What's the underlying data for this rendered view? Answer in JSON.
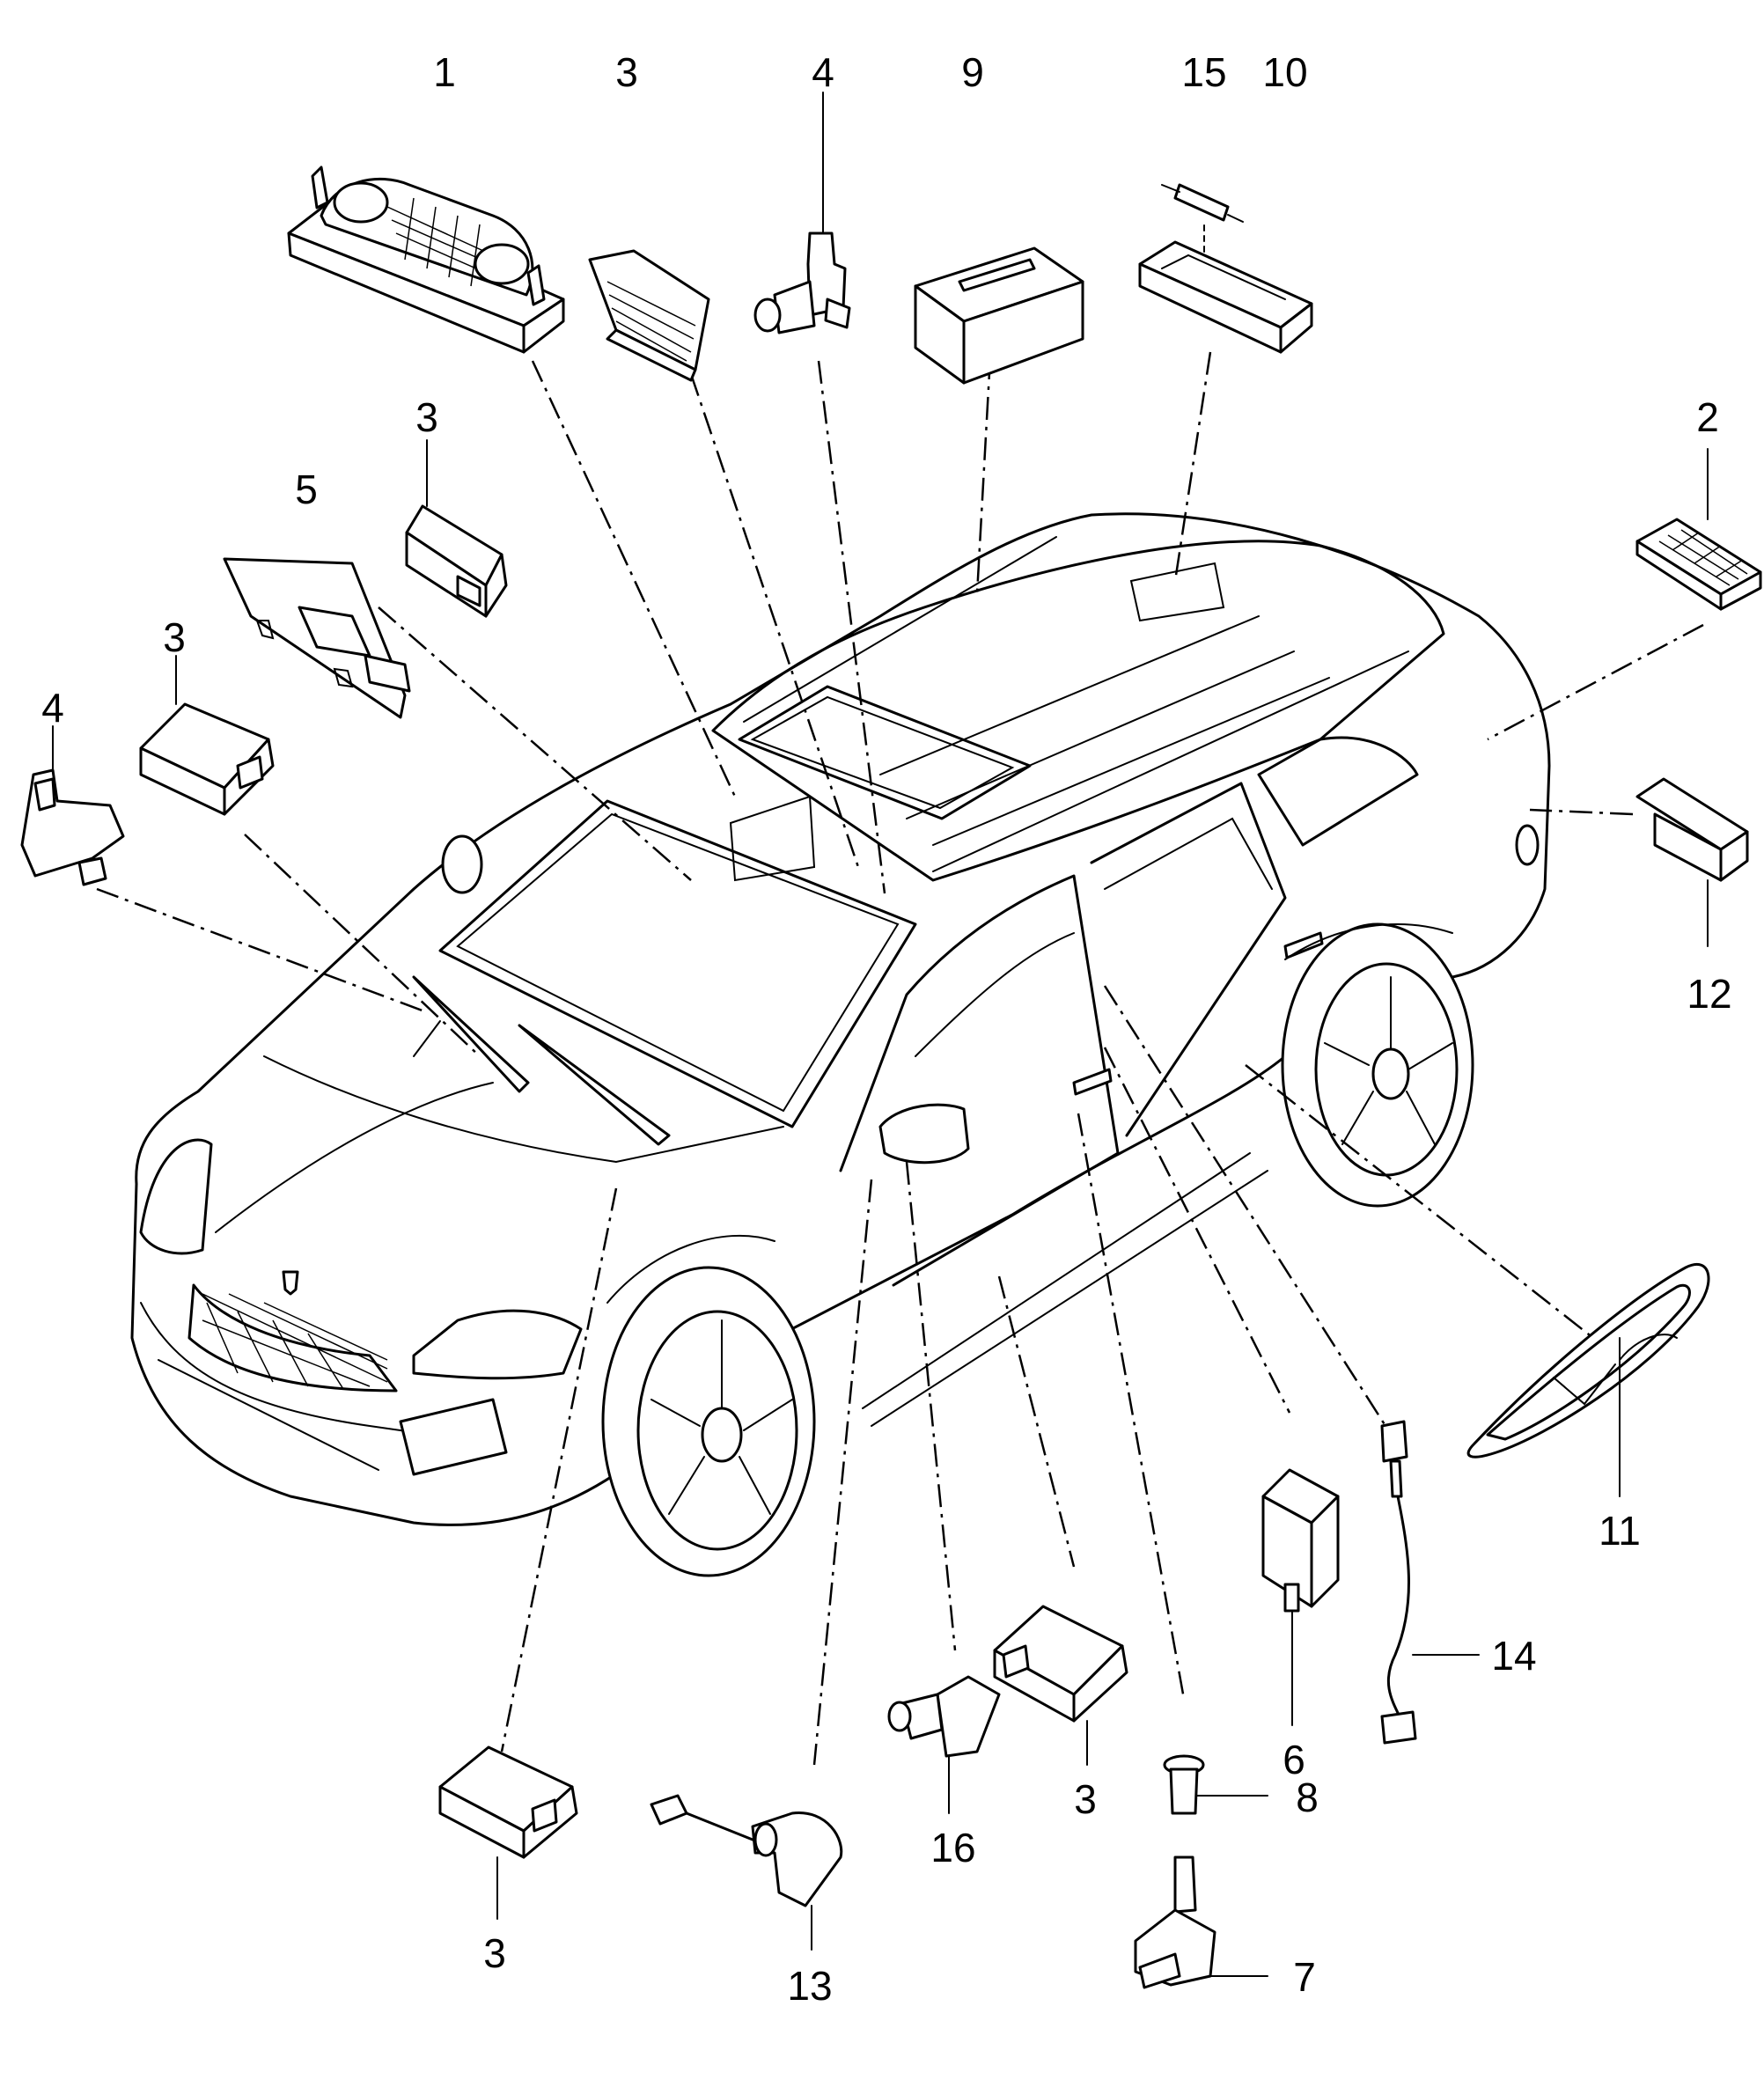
{
  "diagram": {
    "colors": {
      "line": "#000000",
      "background": "#ffffff"
    },
    "callouts": [
      {
        "id": "c1",
        "label": "1"
      },
      {
        "id": "c3a",
        "label": "3"
      },
      {
        "id": "c4a",
        "label": "4"
      },
      {
        "id": "c9",
        "label": "9"
      },
      {
        "id": "c15",
        "label": "15"
      },
      {
        "id": "c10",
        "label": "10"
      },
      {
        "id": "c3b",
        "label": "3"
      },
      {
        "id": "c5",
        "label": "5"
      },
      {
        "id": "c2",
        "label": "2"
      },
      {
        "id": "c3c",
        "label": "3"
      },
      {
        "id": "c4b",
        "label": "4"
      },
      {
        "id": "c12",
        "label": "12"
      },
      {
        "id": "c11",
        "label": "11"
      },
      {
        "id": "c14",
        "label": "14"
      },
      {
        "id": "c6",
        "label": "6"
      },
      {
        "id": "c3d",
        "label": "3"
      },
      {
        "id": "c8",
        "label": "8"
      },
      {
        "id": "c16",
        "label": "16"
      },
      {
        "id": "c3e",
        "label": "3"
      },
      {
        "id": "c7",
        "label": "7"
      },
      {
        "id": "c13",
        "label": "13"
      }
    ]
  }
}
